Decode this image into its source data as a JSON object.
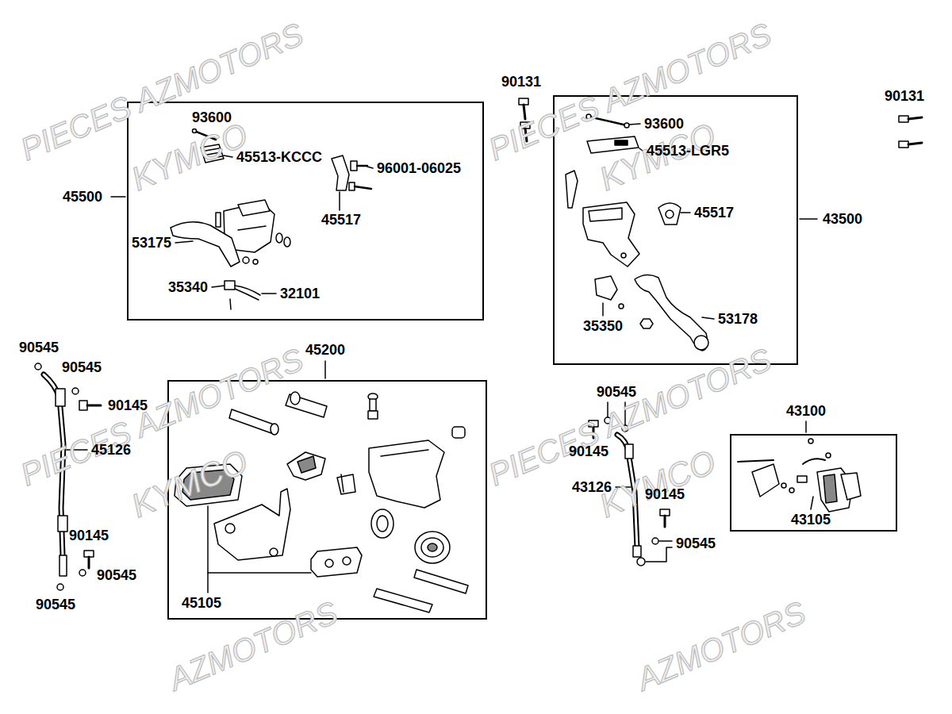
{
  "diagram": {
    "nodes": [
      {
        "text": [
          "45500"
        ]
      },
      {
        "text": [
          "43500"
        ]
      },
      {
        "text": [
          "45200"
        ]
      },
      {
        "text": [
          "43100"
        ]
      }
    ],
    "labels": [
      "93600",
      "45513-KCCC",
      "96001-06025",
      "45517",
      "53175",
      "35340",
      "32101",
      "90131",
      "93600",
      "45513-LGR5",
      "45517",
      "35350",
      "53178",
      "90131",
      "90545",
      "90545",
      "90145",
      "45126",
      "90145",
      "90545",
      "90545",
      "45105",
      "90545",
      "90145",
      "43126",
      "90145",
      "90545",
      "43105",
      "PIECES AZMOTORS",
      "KYMCO",
      "PIECES AZMOTORS",
      "KYMCO",
      "PIECES AZMOTORS",
      "KYMCO",
      "PIECES AZMOTORS",
      "KYMCO",
      "AZMOTORS",
      "AZMOTORS"
    ]
  }
}
